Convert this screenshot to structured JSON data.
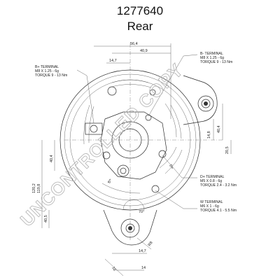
{
  "header": {
    "part_number": "1277640",
    "view": "Rear"
  },
  "watermark": "UNCONTROLLED COPY",
  "callouts": {
    "b_plus_left": {
      "line1": "B+ TERMINAL",
      "line2": "M8 X 1.25 - 6g",
      "line3": "TORQUE 9 - 13 Nm"
    },
    "b_minus": {
      "line1": "B- TERMINAL",
      "line2": "M8 X 1.25 - 6g",
      "line3": "TORQUE 9 - 13 Nm"
    },
    "d_plus": {
      "line1": "D+ TERMINAL",
      "line2": "M5 X 0.8 - 6g",
      "line3": "TORQUE 2.4 - 3.2 Nm"
    },
    "w_terminal": {
      "line1": "W TERMINAL",
      "line2": "M6 X 1 - 6g",
      "line3": "TORQUE 4.1 - 5.5 Nm"
    }
  },
  "dimensions": {
    "d_56_4": "56,4",
    "d_40_9": "40,9",
    "d_14_7_top": "14,7",
    "d_14_8": "14,8",
    "d_40_4_right": "40,4",
    "d_20_5": "20,5",
    "d_40_4_left": "40,4",
    "d_120_2": "120,2",
    "d_119_8": "119,8",
    "d_40_5": "40,5",
    "d_70": "70°",
    "d_14_7_bottom": "14,7",
    "d_18": "18",
    "d_14_bottom": "14",
    "d_r8": "R8"
  },
  "terminal_marks": {
    "b_plus_mark": "B+",
    "d_plus_mark": "D+"
  }
}
